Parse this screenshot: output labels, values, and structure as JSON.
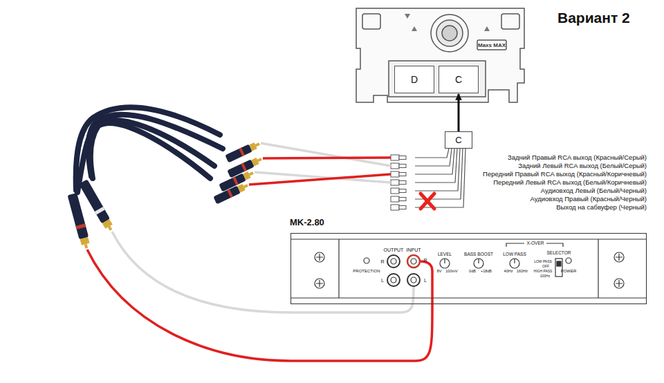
{
  "diagram": {
    "title": "Вариант 2",
    "nodes": [
      {
        "text": [
          "Maxs MAX"
        ]
      },
      {
        "text": [
          "D"
        ],
        "in": 0
      },
      {
        "text": [
          "C"
        ],
        "in": 0
      },
      {
        "text": [
          "C"
        ]
      },
      {
        "text": [
          "MK-2.80"
        ]
      }
    ],
    "edges": [
      {
        "from": 3,
        "to": 2,
        "arrow": "to"
      }
    ],
    "labels": [
      "Задний Правый RCA выход (Красный/Серый)",
      "Задний Левый RCA выход (Белый/Серый)",
      "Передний Правый RCA выход (Красный/Коричневый)",
      "Передний Левый RCA выход (Белый/Коричневый)",
      "Аудиовход Левый (Белый/Черный)",
      "Аудиовход Правый (Красный/Черный)",
      "Выход на сабвуфер (Черный)",
      "OUTPUT",
      "INPUT",
      "R",
      "L",
      "R",
      "L",
      "PROTECTION",
      "LEVEL",
      "8V",
      "100mV",
      "BASS BOOST",
      "0dB",
      "+18dB",
      "X-OVER",
      "LOW PASS",
      "40Hz",
      "160Hz",
      "SELECTOR",
      "LOW PASS",
      "OFF",
      "HIGH PASS",
      "100Hz",
      "POWER"
    ]
  }
}
